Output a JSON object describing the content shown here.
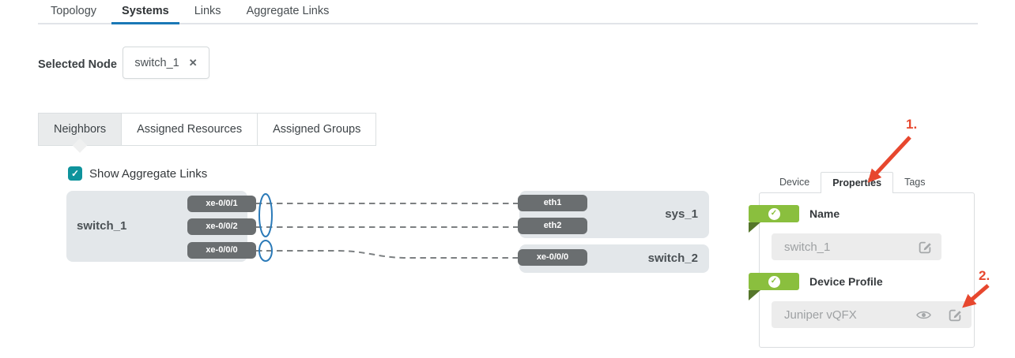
{
  "icons": {
    "check": "✓",
    "close": "✕"
  },
  "header_tabs": {
    "items": [
      {
        "label": "Topology",
        "active": false
      },
      {
        "label": "Systems",
        "active": true
      },
      {
        "label": "Links",
        "active": false
      },
      {
        "label": "Aggregate Links",
        "active": false
      }
    ]
  },
  "selected_node": {
    "label": "Selected Node",
    "value": "switch_1"
  },
  "view_tabs": {
    "items": [
      {
        "label": "Neighbors",
        "active": true
      },
      {
        "label": "Assigned Resources",
        "active": false
      },
      {
        "label": "Assigned Groups",
        "active": false
      }
    ]
  },
  "aggregate_toggle": {
    "label": "Show Aggregate Links",
    "checked": true
  },
  "diagram": {
    "nodes": [
      {
        "name": "switch_1",
        "ports": [
          "xe-0/0/1",
          "xe-0/0/2",
          "xe-0/0/0"
        ]
      },
      {
        "name": "sys_1",
        "ports": [
          "eth1",
          "eth2"
        ]
      },
      {
        "name": "switch_2",
        "ports": [
          "xe-0/0/0"
        ]
      }
    ],
    "links": [
      {
        "from": "switch_1:xe-0/0/1",
        "to": "sys_1:eth1",
        "style": "dashed",
        "aggregate": true
      },
      {
        "from": "switch_1:xe-0/0/2",
        "to": "sys_1:eth2",
        "style": "dashed",
        "aggregate": true
      },
      {
        "from": "switch_1:xe-0/0/0",
        "to": "switch_2:xe-0/0/0",
        "style": "dashed",
        "aggregate": false
      }
    ]
  },
  "details_panel": {
    "tabs": [
      {
        "label": "Device",
        "active": false
      },
      {
        "label": "Properties",
        "active": true
      },
      {
        "label": "Tags",
        "active": false
      }
    ],
    "properties": [
      {
        "label": "Name",
        "value": "switch_1",
        "status": "valid",
        "actions": [
          "edit"
        ]
      },
      {
        "label": "Device Profile",
        "value": "Juniper vQFX",
        "status": "valid",
        "actions": [
          "view",
          "edit"
        ]
      }
    ]
  },
  "annotations": {
    "step1": "1.",
    "step2": "2."
  },
  "colors": {
    "active_tab_underline": "#1a78b6",
    "checkbox_teal": "#0e939c",
    "node_fill": "#e3e7ea",
    "port_gray": "#6a6e70",
    "aggregate_ellipse_blue": "#2b7ab8",
    "ribbon_green": "#8abf3e",
    "ribbon_fold_green": "#54752a",
    "annotation_red": "#e7472e",
    "field_gray": "#ececec"
  }
}
